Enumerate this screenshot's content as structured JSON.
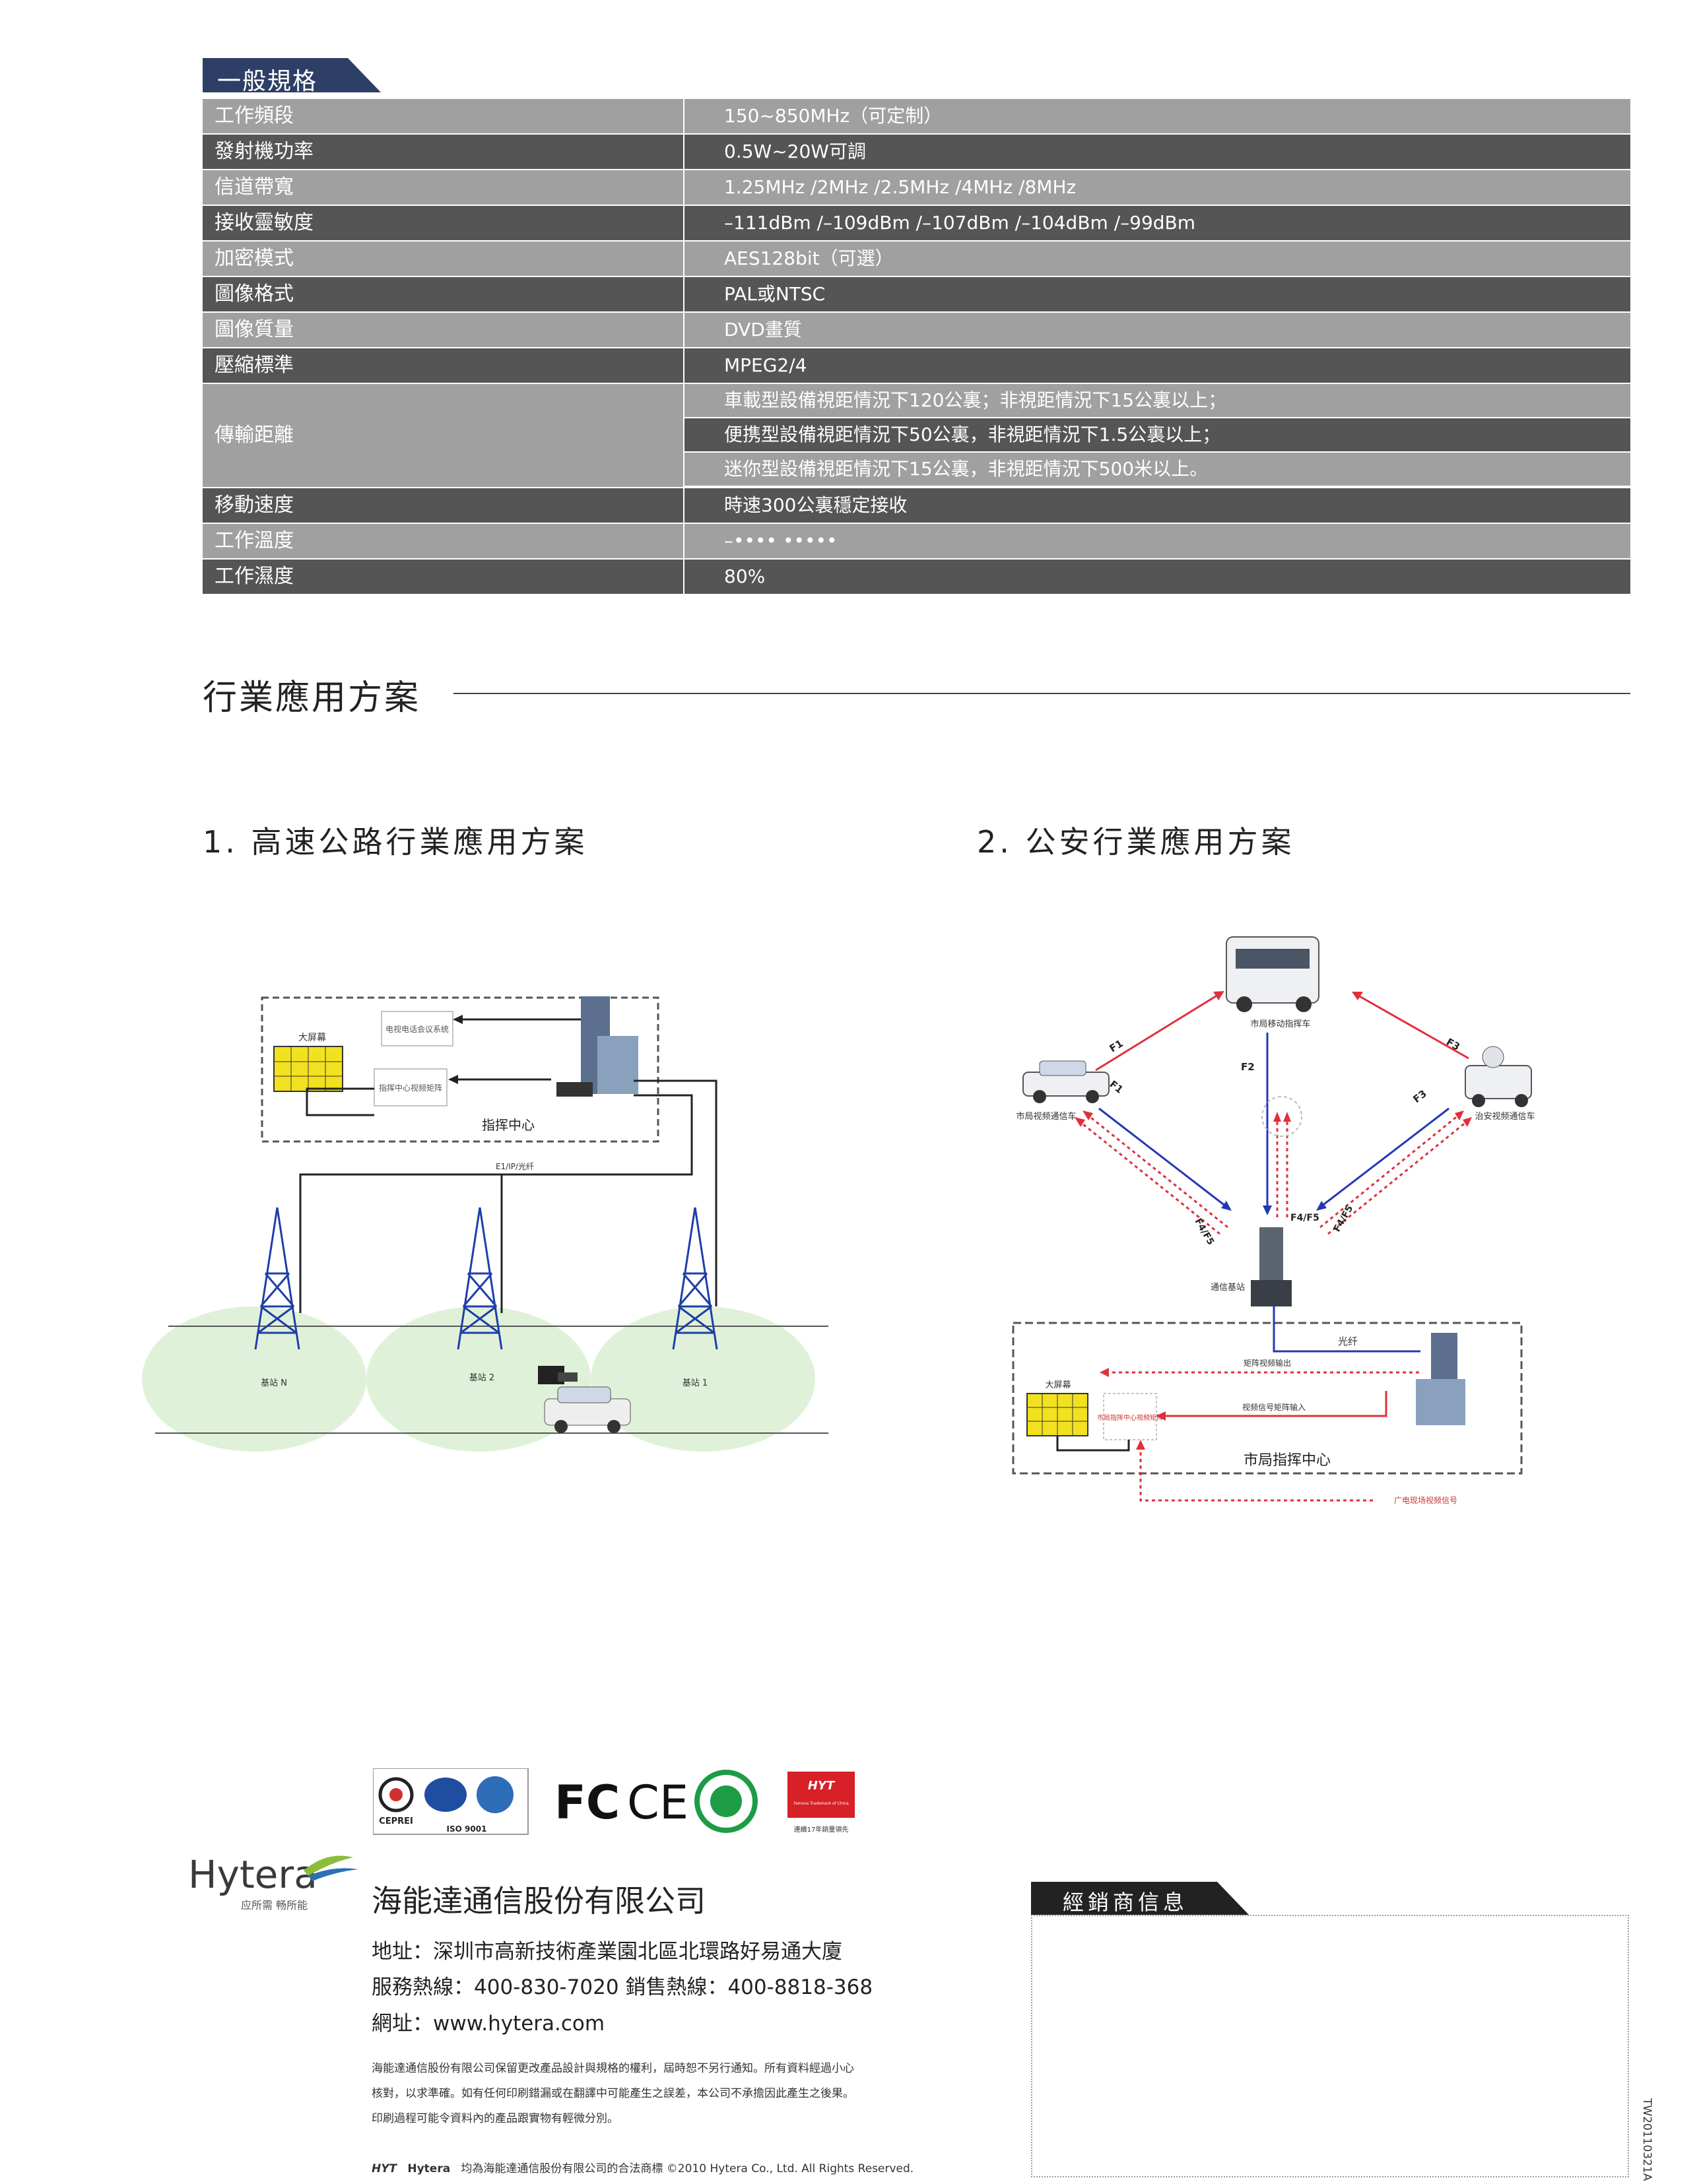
{
  "spec": {
    "title": "一般規格",
    "rows": [
      {
        "k": "工作頻段",
        "v": "150~850MHz（可定制）"
      },
      {
        "k": "發射機功率",
        "v": "0.5W~20W可調"
      },
      {
        "k": "信道帶寬",
        "v": "1.25MHz /2MHz /2.5MHz /4MHz /8MHz"
      },
      {
        "k": "接收靈敏度",
        "v": "–111dBm /–109dBm /–107dBm /–104dBm /–99dBm"
      },
      {
        "k": "加密模式",
        "v": "AES128bit（可選）"
      },
      {
        "k": "圖像格式",
        "v": "PAL或NTSC"
      },
      {
        "k": "圖像質量",
        "v": "DVD畫質"
      },
      {
        "k": "壓縮標準",
        "v": "MPEG2/4"
      }
    ],
    "distance": {
      "k": "傳輸距離",
      "v": [
        "車載型設備視距情況下120公裏；非視距情況下15公裏以上；",
        "便携型設備視距情況下50公裏，非視距情況下1.5公裏以上；",
        "迷你型設備視距情況下15公裏，非視距情況下500米以上。"
      ]
    },
    "rows2": [
      {
        "k": "移動速度",
        "v": "時速300公裏穩定接收"
      },
      {
        "k": "工作溫度",
        "v": "–•••• •••••"
      },
      {
        "k": "工作濕度",
        "v": "80%"
      }
    ]
  },
  "section": {
    "title": "行業應用方案"
  },
  "app1": {
    "title": "1.  高速公路行業應用方案",
    "labels": {
      "screen": "大屏幕",
      "phone": "电视电话会议系统",
      "matrix": "指挥中心视频矩阵",
      "center": "指挥中心",
      "link": "E1/IP/光纤",
      "bsN": "基站 N",
      "bs2": "基站 2",
      "bs1": "基站 1"
    }
  },
  "app2": {
    "title": "2.  公安行業應用方案",
    "labels": {
      "cmdcar": "市局移动指挥车",
      "videocar": "市局视频通信车",
      "pscar": "治安视频通信车",
      "f1": "F1",
      "f2": "F2",
      "f3": "F3",
      "f45": "F4/F5",
      "base": "通信基站",
      "fiber": "光纤",
      "out": "矩阵视频输出",
      "in": "视频信号矩阵输入",
      "screen": "大屏幕",
      "matrix": "市局指挥中心视频矩阵",
      "center": "市局指挥中心",
      "tv": "广电现场视频信号"
    }
  },
  "cert": {
    "cepri": "CEPREI",
    "iso": "ISO 9001",
    "hyt": "HYT",
    "hyt_sub": "Famous Trademark of China",
    "hyt_note": "連續17年銷量領先",
    "fc": "FC",
    "ce": "CE"
  },
  "brand": {
    "logo": "Hytera",
    "slogan": "应所需 畅所能"
  },
  "company": {
    "name": "海能達通信股份有限公司",
    "address": "地址：深圳市高新技術產業園北區北環路好易通大廈",
    "hotline": "服務熱線：400-830-7020 銷售熱線：400-8818-368",
    "web": "網址：www.hytera.com",
    "disclaimer": [
      "海能達通信股份有限公司保留更改產品設計與規格的權利，屆時恕不另行通知。所有資料經過小心",
      "核對，以求準確。如有任何印刷錯漏或在翻譯中可能產生之誤差，本公司不承擔因此產生之後果。",
      "印刷過程可能令資料內的產品跟實物有輕微分別。"
    ],
    "trademark": "均為海能達通信股份有限公司的合法商標 ©2010 Hytera Co., Ltd. All Rights Reserved.",
    "tm_hyt": "HYT",
    "tm_hytera": "Hytera"
  },
  "dealer": {
    "title": "經銷商信息"
  },
  "docid": "TW20110321A"
}
